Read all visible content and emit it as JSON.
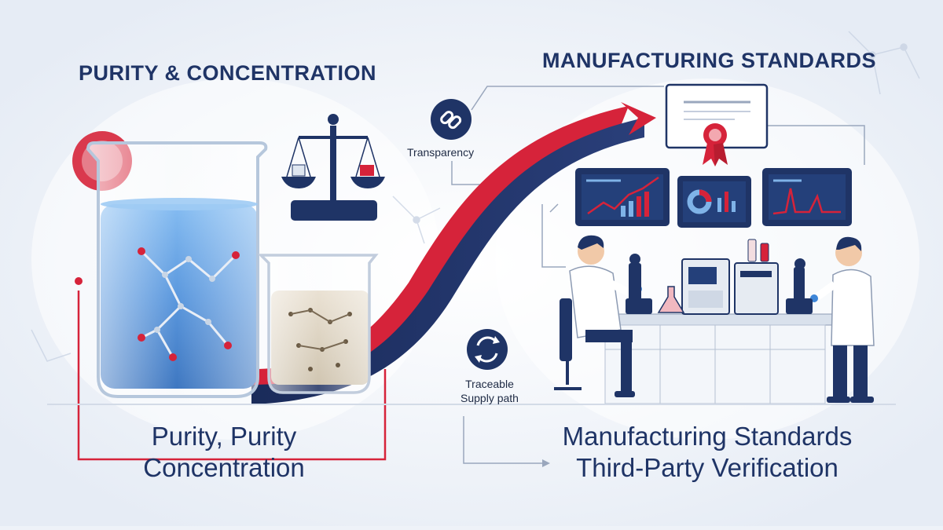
{
  "left_section": {
    "title": "PURITY  & CONCENTRATION",
    "caption_line1": "Purity, Purity",
    "caption_line2": "Concentration"
  },
  "right_section": {
    "title": "MANUFACTURING STANDARDS",
    "caption_line1": "Manufacturing Standards",
    "caption_line2": "Third-Party Verification"
  },
  "flow_labels": {
    "transparency": "Transparency",
    "traceable_line1": "Traceable",
    "traceable_line2": "Supply path"
  },
  "icons": {
    "transparency": "chain-link-icon",
    "traceable": "cycle-arrows-icon",
    "certificate": "certificate-icon",
    "scale": "balance-scale-icon"
  },
  "colors": {
    "navy": "#1f3466",
    "red": "#d6233a",
    "blue_liquid": "#3f86d8",
    "background": "#eef2f8"
  }
}
